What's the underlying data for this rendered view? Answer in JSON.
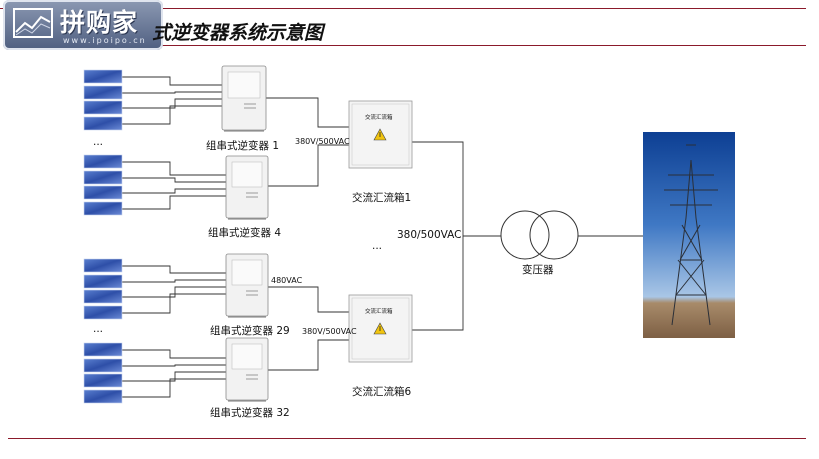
{
  "logo": {
    "name": "拼购家",
    "url": "www.ipoipo.cn"
  },
  "title": "式逆变器系统示意图",
  "inverters": [
    {
      "label": "组串式逆变器 1"
    },
    {
      "label": "组串式逆变器 4"
    },
    {
      "label": "组串式逆变器 29"
    },
    {
      "label": "组串式逆变器 32"
    }
  ],
  "combiners": [
    {
      "label": "交流汇流箱1",
      "plate": "交流汇流箱"
    },
    {
      "label": "交流汇流箱6",
      "plate": "交流汇流箱"
    }
  ],
  "voltages": {
    "v1": "380V/500VAC",
    "v2": "480VAC",
    "v3": "380V/500VAC",
    "main": "380/500VAC"
  },
  "transformer": {
    "label": "变压器"
  },
  "ellipsis": "..."
}
